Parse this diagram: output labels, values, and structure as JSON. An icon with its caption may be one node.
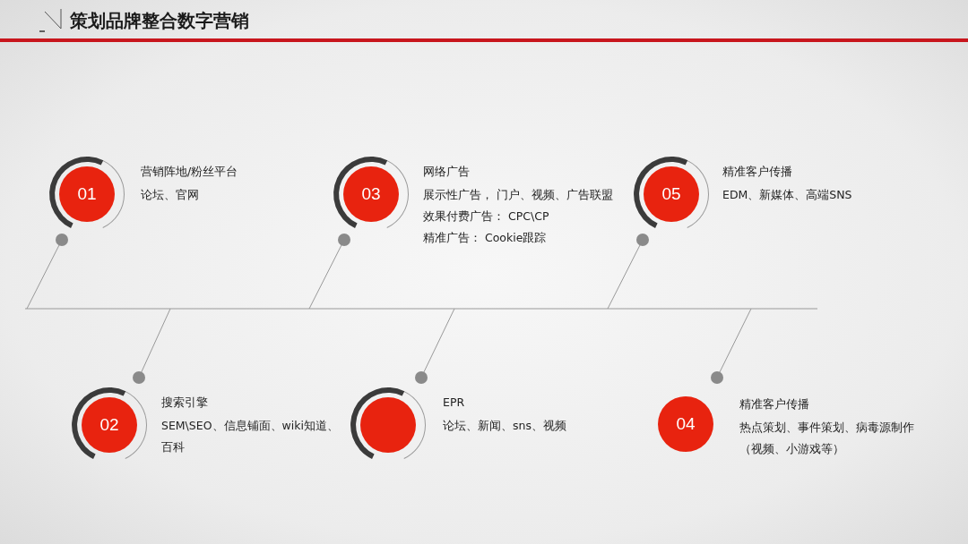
{
  "diagram": {
    "title": "策划品牌整合数字营销",
    "nodes": [
      {
        "text": [
          "01"
        ],
        "beside": [
          "营销阵地/粉丝平台",
          "论坛、官网"
        ]
      },
      {
        "text": [
          "03"
        ],
        "beside": [
          "网络广告",
          "展示性广告， 门户、视频、广告联盟",
          "效果付费广告： CPC\\CP",
          "精准广告： Cookie跟踪"
        ]
      },
      {
        "text": [
          "05"
        ],
        "beside": [
          "精准客户传播",
          "EDM、新媒体、高端SNS"
        ]
      },
      {
        "text": [
          "02"
        ],
        "beside": [
          "搜索引擎",
          "SEM\\SEO、信息铺面、wiki知道、百科"
        ]
      },
      {
        "text": [],
        "shape": "circle",
        "beside": [
          "EPR",
          "论坛、新闻、sns、视频"
        ]
      },
      {
        "text": [
          "04"
        ],
        "beside": [
          "精准客户传播",
          "热点策划、事件策划、病毒源制作（视频、小游戏等）"
        ]
      }
    ]
  }
}
